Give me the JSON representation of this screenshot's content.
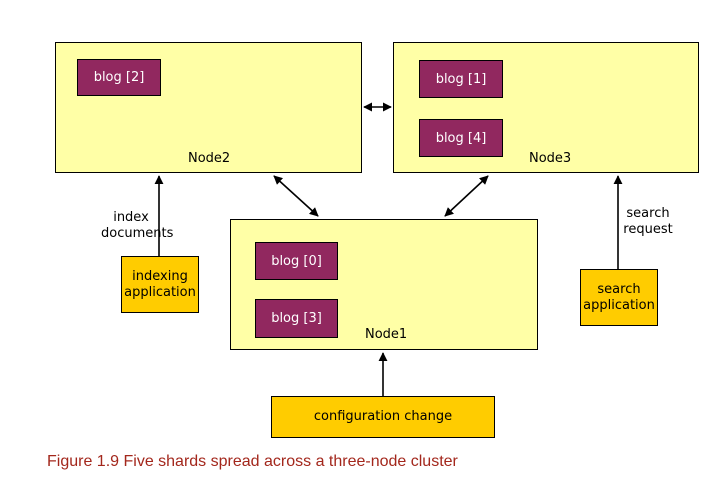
{
  "nodes": {
    "node1": {
      "label": "Node1"
    },
    "node2": {
      "label": "Node2"
    },
    "node3": {
      "label": "Node3"
    }
  },
  "shards": {
    "blog0": "blog [0]",
    "blog1": "blog [1]",
    "blog2": "blog [2]",
    "blog3": "blog [3]",
    "blog4": "blog [4]"
  },
  "apps": {
    "indexing": "indexing\napplication",
    "search": "search\napplication",
    "config": "configuration change"
  },
  "edge_labels": {
    "index_documents": "index\ndocuments",
    "search_request": "search\nrequest"
  },
  "caption": "Figure 1.9 Five shards spread across a three-node cluster",
  "colors": {
    "node_fill": "#ffffa6",
    "shard_fill": "#91285f",
    "app_fill": "#ffcc00",
    "caption_text": "#a3271c"
  }
}
